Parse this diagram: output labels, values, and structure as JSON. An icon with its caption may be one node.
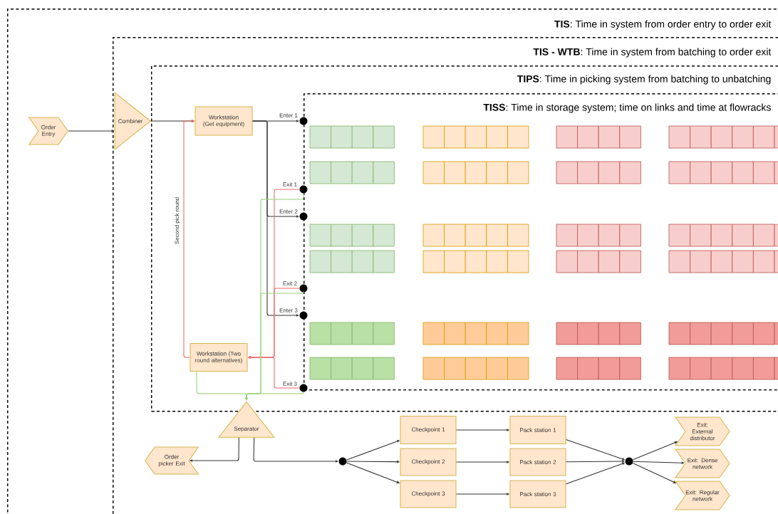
{
  "diagram": {
    "nodes": [
      {
        "text": [
          "**TIS**: Time in system from order entry to order exit"
        ]
      },
      {
        "text": [
          "**TIS - WTB**: Time in system from batching to order exit"
        ],
        "in": 0
      },
      {
        "text": [
          "**TIPS**: Time in picking system from batching to unbatching"
        ],
        "in": 1
      },
      {
        "text": [
          "**TISS**: Time in storage system; time on links and time at flowracks"
        ],
        "in": 2
      },
      {
        "text": [
          "Order Entry"
        ],
        "in": 0
      },
      {
        "text": [
          "Combiner"
        ],
        "in": 1
      },
      {
        "text": [
          "Workstation (Get equipment)"
        ],
        "in": 2
      },
      {
        "text": [
          "Workstation (Two round alternatives)"
        ],
        "in": 2
      },
      {
        "text": [],
        "shape": "circle",
        "in": 2
      },
      {
        "text": [],
        "shape": "circle",
        "in": 2
      },
      {
        "text": [],
        "shape": "circle",
        "in": 2
      },
      {
        "text": [],
        "shape": "circle",
        "in": 2
      },
      {
        "text": [],
        "shape": "circle",
        "in": 2
      },
      {
        "text": [],
        "shape": "circle",
        "in": 2
      },
      {
        "text": [
          "Separator"
        ],
        "in": 1
      },
      {
        "text": [
          "Order picker Exit"
        ],
        "in": 1
      },
      {
        "text": [],
        "shape": "circle",
        "in": 1
      },
      {
        "text": [
          "Checkpoint 1"
        ],
        "in": 1
      },
      {
        "text": [
          "Checkpoint 2"
        ],
        "in": 1
      },
      {
        "text": [
          "Checkpoint 3"
        ],
        "in": 1
      },
      {
        "text": [
          "Pack station 1"
        ],
        "in": 1
      },
      {
        "text": [
          "Pack station 2"
        ],
        "in": 1
      },
      {
        "text": [
          "Pack station 3"
        ],
        "in": 1
      },
      {
        "text": [],
        "shape": "circle",
        "in": 1
      },
      {
        "text": [
          "Exit: External distributor"
        ],
        "in": 1
      },
      {
        "text": [
          "Exit: Dense network"
        ],
        "in": 1
      },
      {
        "text": [
          "Exit: Regular network"
        ],
        "in": 1
      }
    ],
    "edges": [
      {
        "from": 4,
        "to": 5,
        "arrow": "to"
      },
      {
        "from": 5,
        "to": 6,
        "arrow": "to"
      },
      {
        "from": 6,
        "to": 8,
        "arrow": "to",
        "label": "Enter 1"
      },
      {
        "from": 6,
        "to": 10,
        "arrow": "to",
        "label": "Enter 2"
      },
      {
        "from": 6,
        "to": 12,
        "arrow": "to",
        "label": "Enter 3"
      },
      {
        "from": 9,
        "to": 7,
        "arrow": "to",
        "label": "Exit 1",
        "color": "#ea6b66"
      },
      {
        "from": 11,
        "to": 7,
        "arrow": "to",
        "label": "Exit 2",
        "color": "#ea6b66"
      },
      {
        "from": 13,
        "to": 7,
        "arrow": "to",
        "label": "Exit 3",
        "color": "#ea6b66"
      },
      {
        "from": 7,
        "to": 6,
        "arrow": "to",
        "label": "Second pick round",
        "color": "#ea6b66"
      },
      {
        "from": 9,
        "to": 14,
        "arrow": "to",
        "color": "#97d077"
      },
      {
        "from": 11,
        "to": 14,
        "arrow": "to",
        "color": "#97d077"
      },
      {
        "from": 13,
        "to": 14,
        "arrow": "to",
        "color": "#97d077"
      },
      {
        "from": 7,
        "to": 14,
        "arrow": "to",
        "color": "#97d077"
      },
      {
        "from": 14,
        "to": 15,
        "arrow": "to"
      },
      {
        "from": 14,
        "to": 16,
        "arrow": "to"
      },
      {
        "from": 16,
        "to": 17,
        "arrow": "to"
      },
      {
        "from": 16,
        "to": 18,
        "arrow": "to"
      },
      {
        "from": 16,
        "to": 19,
        "arrow": "to"
      },
      {
        "from": 17,
        "to": 20,
        "arrow": "to"
      },
      {
        "from": 18,
        "to": 21,
        "arrow": "to"
      },
      {
        "from": 19,
        "to": 22,
        "arrow": "to"
      },
      {
        "from": 20,
        "to": 23,
        "arrow": "to"
      },
      {
        "from": 21,
        "to": 23,
        "arrow": "to"
      },
      {
        "from": 22,
        "to": 23,
        "arrow": "to"
      },
      {
        "from": 23,
        "to": 24,
        "arrow": "to"
      },
      {
        "from": 23,
        "to": 25,
        "arrow": "to"
      },
      {
        "from": 23,
        "to": 26,
        "arrow": "to"
      }
    ]
  }
}
